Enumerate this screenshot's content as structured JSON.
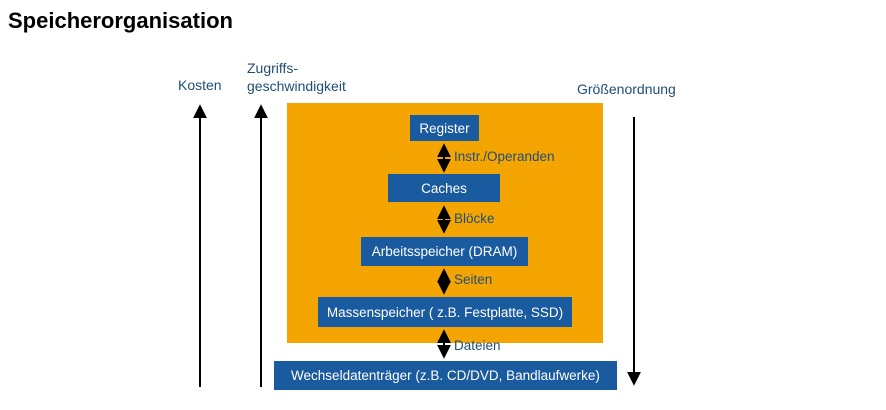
{
  "title": "Speicherorganisation",
  "axes": {
    "kosten": "Kosten",
    "zugriffsgeschwindigkeit_line1": "Zugriffs-",
    "zugriffsgeschwindigkeit_line2": "geschwindigkeit",
    "groessenordnung": "Größenordnung"
  },
  "hierarchy": {
    "levels": [
      {
        "label": "Register"
      },
      {
        "label": "Caches"
      },
      {
        "label": "Arbeitsspeicher (DRAM)"
      },
      {
        "label": "Massenspeicher ( z.B. Festplatte, SSD)"
      },
      {
        "label": "Wechseldatenträger (z.B. CD/DVD, Bandlaufwerke)"
      }
    ],
    "transfer_units": [
      "Instr./Operanden",
      "Blöcke",
      "Seiten",
      "Dateien"
    ]
  },
  "colors": {
    "background": "#FFFFFF",
    "orange_panel": "#F5A502",
    "node_blue": "#1A5A9E",
    "node_text": "#FFFFFF",
    "label_navy": "#1F4E79",
    "arrow_black": "#000000",
    "title_text": "#000000"
  }
}
